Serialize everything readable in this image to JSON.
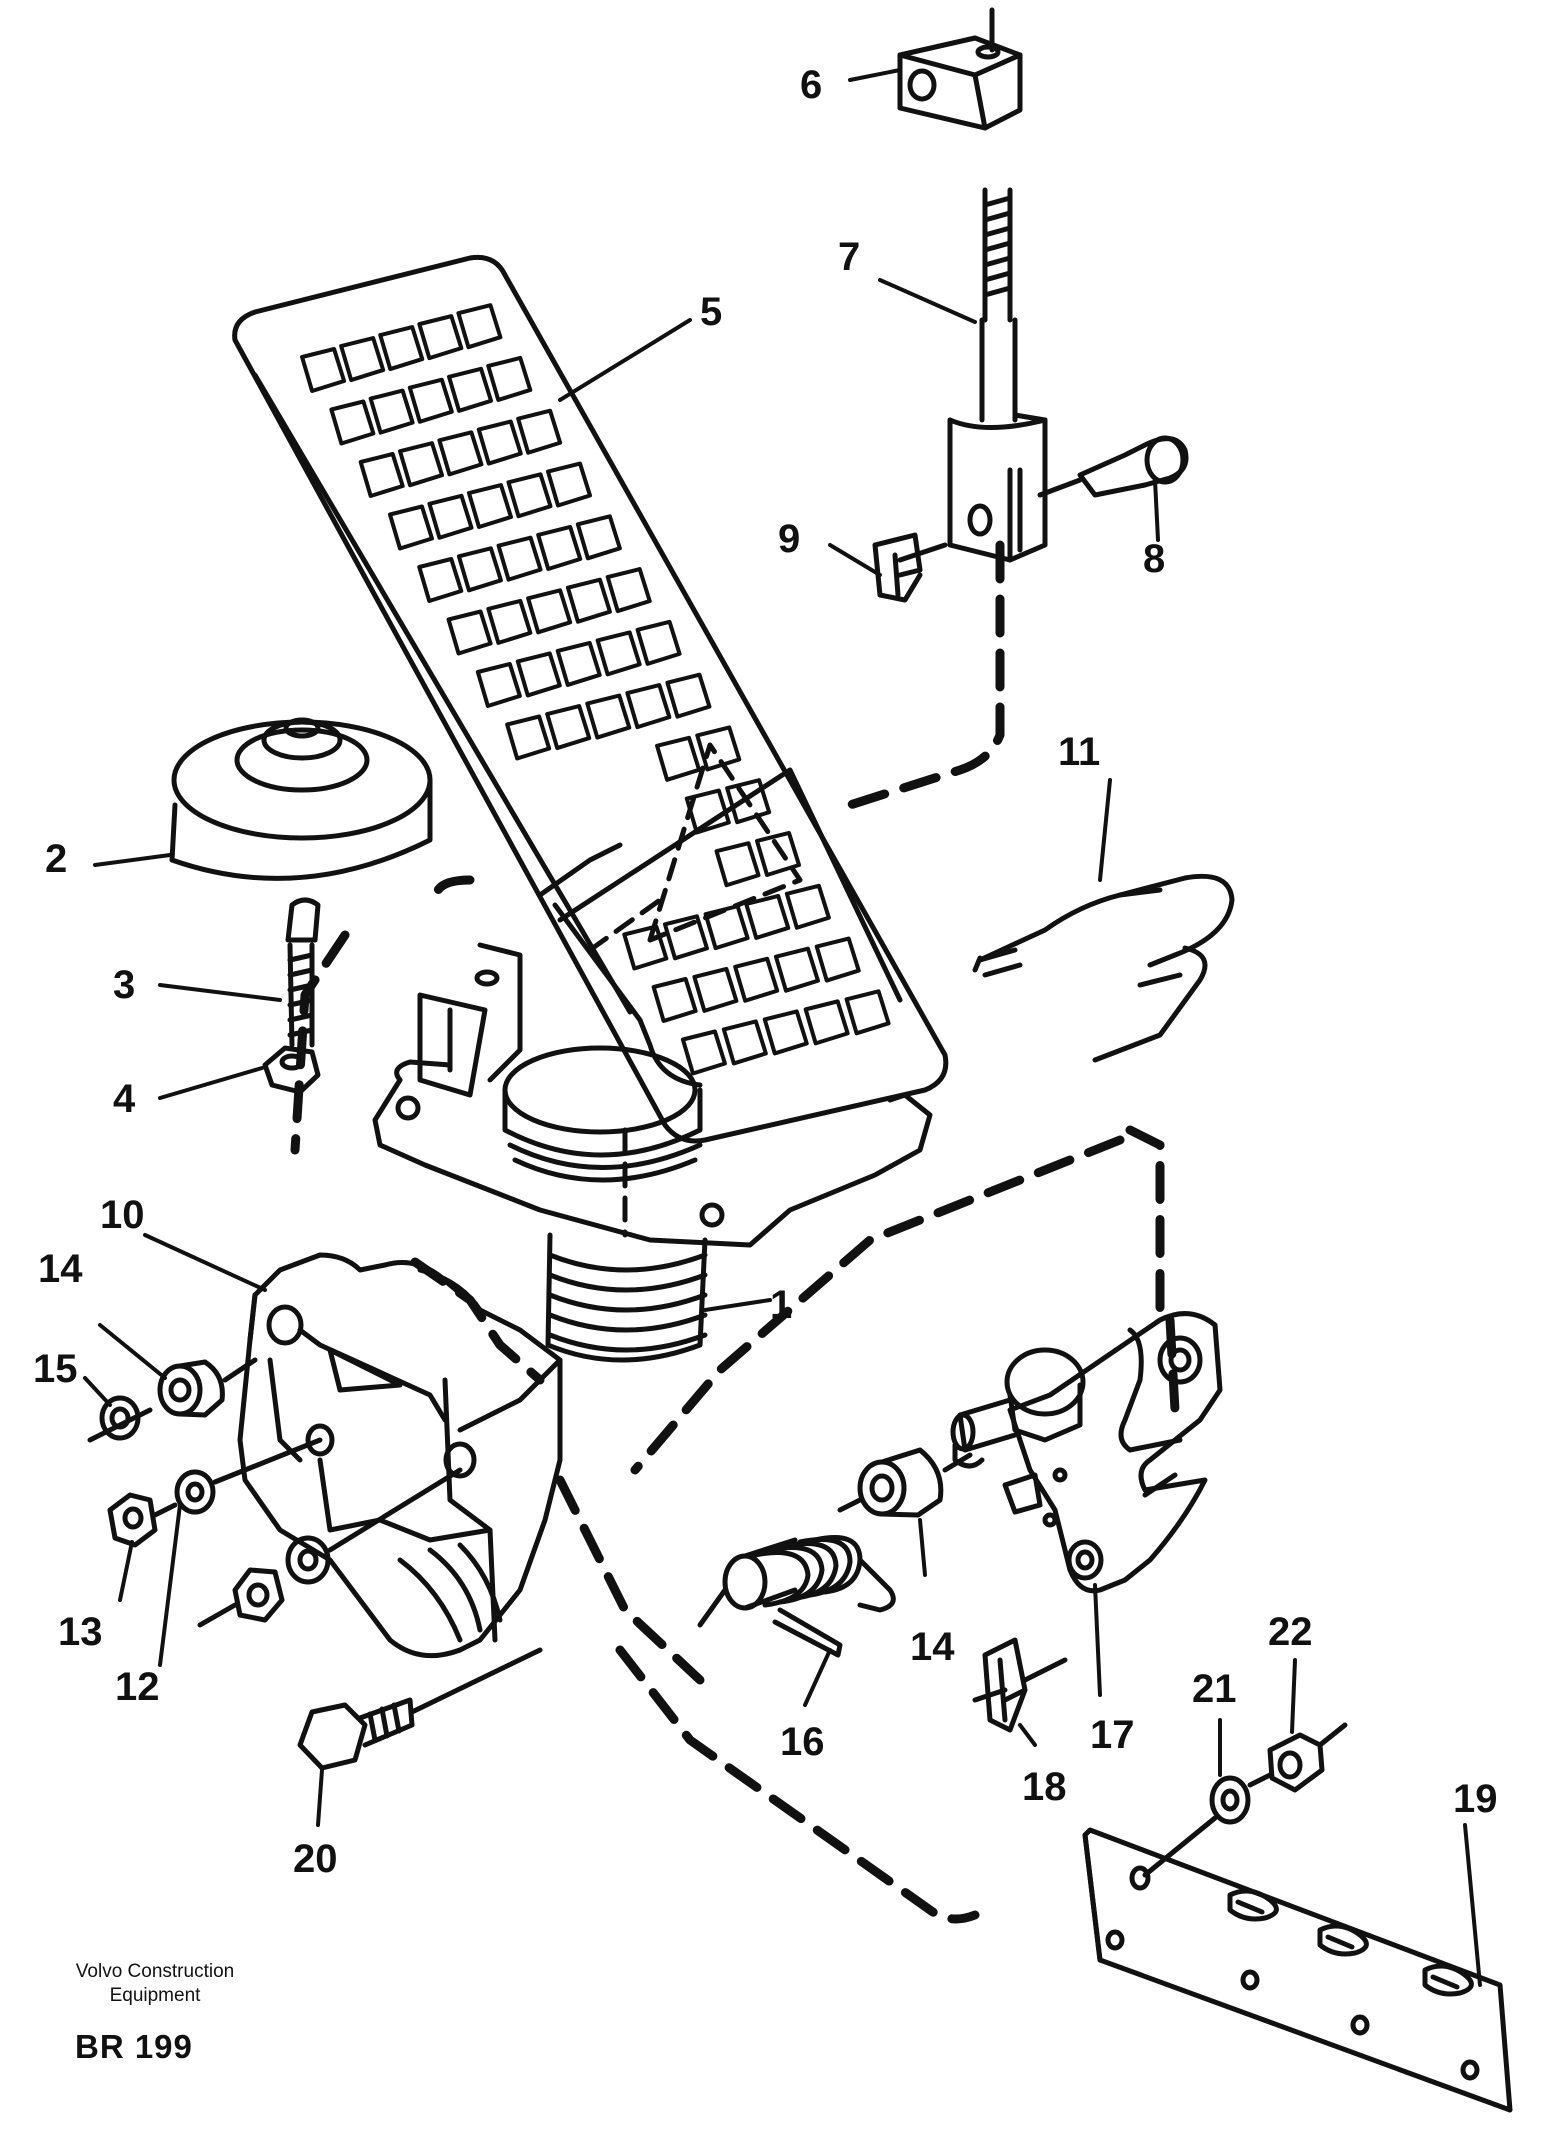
{
  "colors": {
    "ink": "#111111",
    "paper": "#ffffff"
  },
  "parts": {
    "p1": "1",
    "p2": "2",
    "p3": "3",
    "p4": "4",
    "p5": "5",
    "p6": "6",
    "p7": "7",
    "p8": "8",
    "p9": "9",
    "p10": "10",
    "p11": "11",
    "p12": "12",
    "p13": "13",
    "p14a": "14",
    "p14b": "14",
    "p15": "15",
    "p16": "16",
    "p17": "17",
    "p18": "18",
    "p19": "19",
    "p20": "20",
    "p21": "21",
    "p22": "22"
  },
  "footer": {
    "brand_line1": "Volvo Construction",
    "brand_line2": "Equipment",
    "code": "BR 199"
  }
}
